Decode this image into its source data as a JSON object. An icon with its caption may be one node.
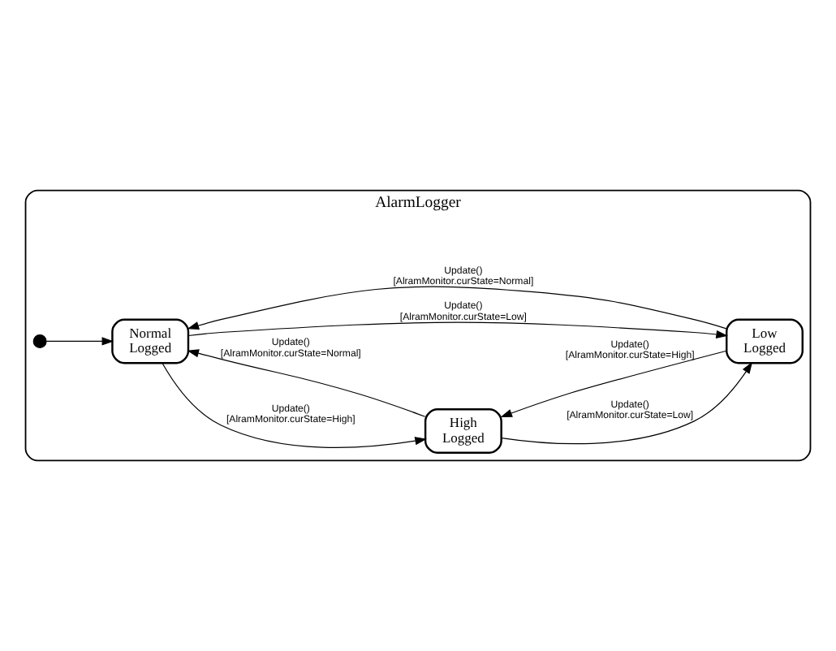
{
  "diagram": {
    "nodes": [
      {
        "text": [
          "AlarmLogger"
        ]
      },
      {
        "text": [],
        "shape": "circle",
        "in": 0
      },
      {
        "text": [
          "High Logged"
        ],
        "in": 0
      },
      {
        "text": [
          "Normal Logged"
        ],
        "in": 0
      },
      {
        "text": [
          "Low Logged"
        ],
        "in": 0
      }
    ],
    "edges": [
      {
        "from": 1,
        "to": 3,
        "arrow": "to"
      },
      {
        "from": 2,
        "to": 3,
        "arrow": "to",
        "label": "Update() [AlramMonitor.curState=Normal]"
      },
      {
        "from": 3,
        "to": 2,
        "arrow": "to",
        "label": "Update() [AlramMonitor.curState=High]"
      },
      {
        "from": 2,
        "to": 4,
        "arrow": "to",
        "label": "Update() [AlramMonitor.curState=Low]"
      },
      {
        "from": 4,
        "to": 2,
        "arrow": "to",
        "label": "Update() [AlramMonitor.curState=High]"
      },
      {
        "from": 3,
        "to": 4,
        "arrow": "to",
        "label": "Update() [AlramMonitor.curState=Low]"
      },
      {
        "from": 4,
        "to": 3,
        "arrow": "to",
        "label": "Update() [AlramMonitor.curState=Normal]"
      }
    ]
  }
}
